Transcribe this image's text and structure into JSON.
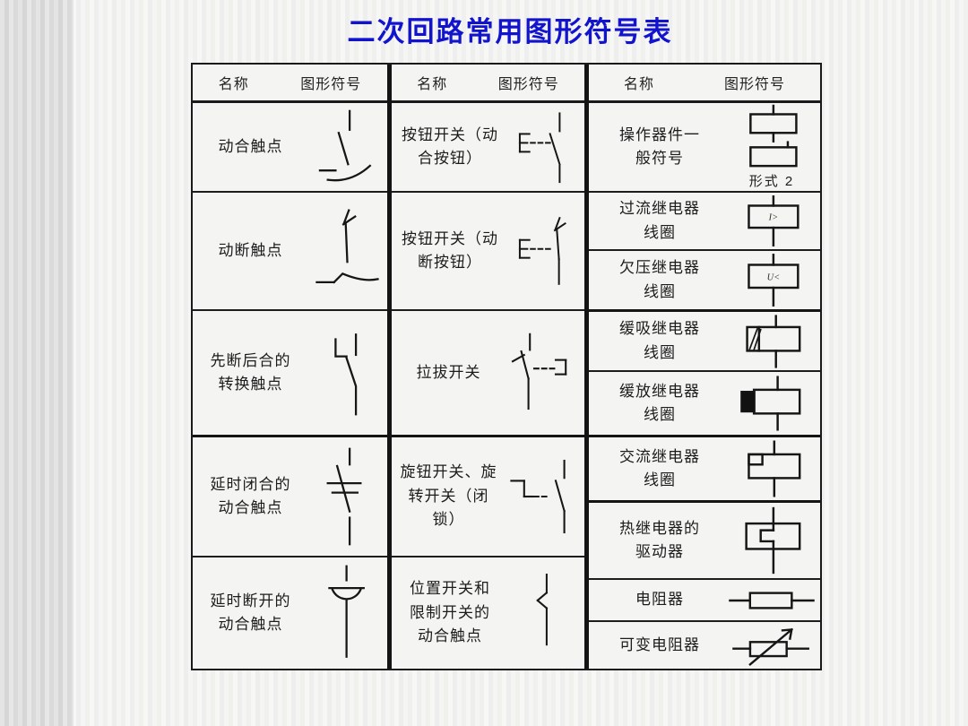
{
  "title": "二次回路常用图形符号表",
  "colors": {
    "title_blue": "#1113cd",
    "line_black": "#161616",
    "table_bg": "#f4f4f2"
  },
  "table": {
    "header": {
      "name_label": "名称",
      "symbol_label": "图形符号"
    },
    "col1": {
      "rows": [
        {
          "name": "动合触点",
          "symbol": "normally-open-contact"
        },
        {
          "name": "动断触点",
          "symbol": "normally-closed-contact"
        },
        {
          "name": "先断后合的\n转换触点",
          "symbol": "break-before-make-changeover-contact"
        },
        {
          "name": "延时闭合的\n动合触点",
          "symbol": "delay-closing-no-contact"
        },
        {
          "name": "延时断开的\n动合触点",
          "symbol": "delay-opening-no-contact"
        }
      ]
    },
    "col2": {
      "rows": [
        {
          "name": "按钮开关（动\n合按钮）",
          "symbol": "pushbutton-switch-no"
        },
        {
          "name": "按钮开关（动\n断按钮）",
          "symbol": "pushbutton-switch-nc"
        },
        {
          "name": "拉拔开关",
          "symbol": "pull-switch"
        },
        {
          "name": "旋钮开关、旋\n转开关（闭\n锁）",
          "symbol": "rotary-switch-latching"
        },
        {
          "name": "位置开关和\n限制开关的\n动合触点",
          "symbol": "position-limit-switch-no-contact"
        }
      ]
    },
    "col3": {
      "rows": [
        {
          "name": "操作器件一\n般符号",
          "symbol": "operating-device-general",
          "form_label": "形式 2"
        },
        {
          "name": "过流继电器\n线圈",
          "symbol": "overcurrent-relay-coil",
          "coil_text": "I>"
        },
        {
          "name": "欠压继电器\n线圈",
          "symbol": "undervoltage-relay-coil",
          "coil_text": "U<"
        },
        {
          "name": "缓吸继电器\n线圈",
          "symbol": "slow-operating-relay-coil"
        },
        {
          "name": "缓放继电器\n线圈",
          "symbol": "slow-releasing-relay-coil"
        },
        {
          "name": "交流继电器\n线圈",
          "symbol": "ac-relay-coil"
        },
        {
          "name": "热继电器的\n驱动器",
          "symbol": "thermal-relay-driver"
        },
        {
          "name": "电阻器",
          "symbol": "resistor"
        },
        {
          "name": "可变电阻器",
          "symbol": "variable-resistor"
        }
      ]
    }
  }
}
